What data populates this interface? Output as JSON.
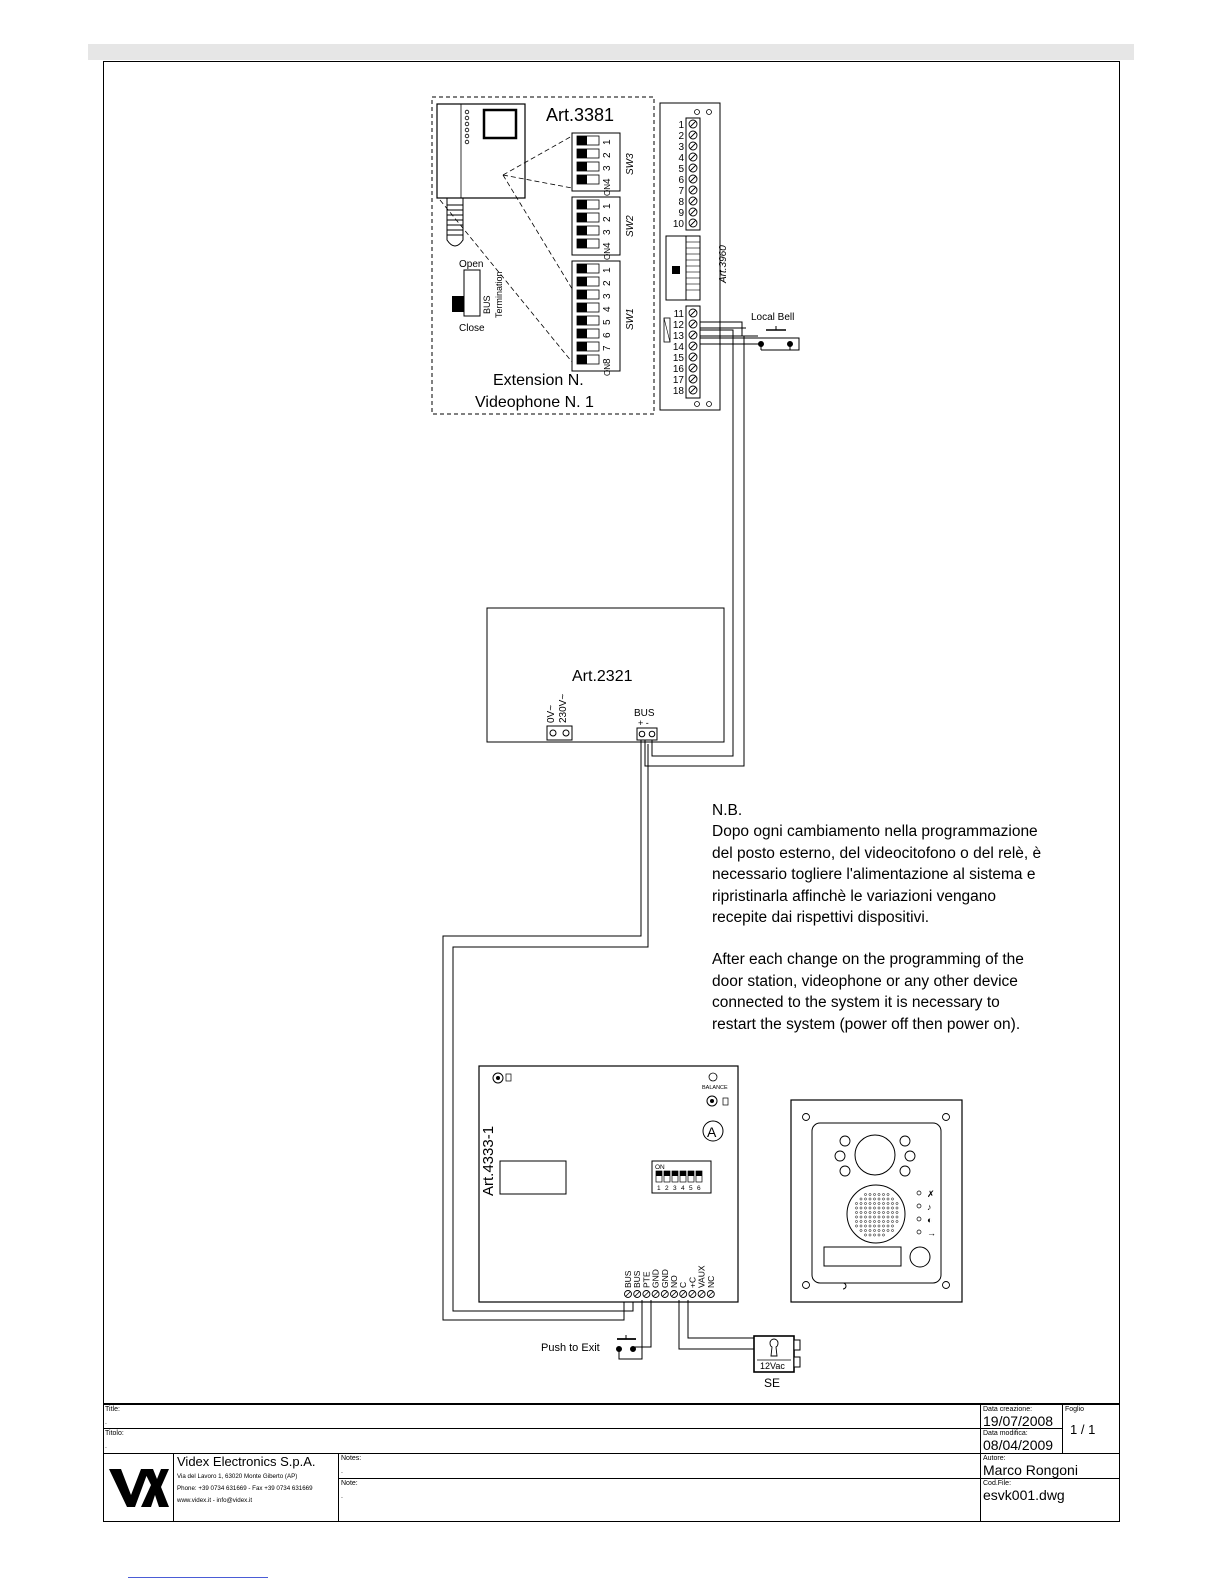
{
  "labels": {
    "art3381": "Art.3381",
    "art3960": "Art.3960",
    "art2321": "Art.2321",
    "art4333": "Art.4333-1",
    "sw1": "SW1",
    "sw2": "SW2",
    "sw3": "SW3",
    "on": "ON",
    "open": "Open",
    "close": "Close",
    "bus_termination": "Bus\nTermination",
    "extension": "Extension N.",
    "videophone": "Videophone N. 1",
    "local_bell": "Local Bell",
    "bus": "BUS",
    "plus_minus": "+ -",
    "ov": "0V~",
    "v230": "230V~",
    "balance": "BALANCE",
    "a_mark": "A",
    "push_to_exit": "Push to Exit",
    "v12": "12Vac",
    "se": "SE"
  },
  "terminals_top": [
    "1",
    "2",
    "3",
    "4",
    "5",
    "6",
    "7",
    "8",
    "9",
    "10"
  ],
  "terminals_bottom": [
    "11",
    "12",
    "13",
    "14",
    "15",
    "16",
    "17",
    "18"
  ],
  "sw3_nums": [
    "1",
    "2",
    "3",
    "4"
  ],
  "sw2_nums": [
    "1",
    "2",
    "3",
    "4"
  ],
  "sw1_nums": [
    "1",
    "2",
    "3",
    "4",
    "5",
    "6",
    "7",
    "8"
  ],
  "dip_nums": [
    "1",
    "2",
    "3",
    "4",
    "5",
    "6"
  ],
  "module_terminals": [
    "BUS",
    "BUS",
    "PTE",
    "GND",
    "GND",
    "NO",
    "C",
    "+C",
    "VAUX",
    "NC"
  ],
  "notes": {
    "nb": "N.B.",
    "it": "Dopo ogni cambiamento nella programmazione\ndel posto esterno, del videocitofono o del relè, è\nnecessario togliere l'alimentazione al sistema e\nripristinarla affinchè le variazioni vengano\nrecepite dai rispettivi dispositivi.",
    "en": "After each change on the programming of the\ndoor station, videophone or any other device\nconnected to the system it is necessary to\nrestart the system (power off then power on)."
  },
  "title_block": {
    "title_label": "Title:",
    "title_value": ".",
    "titolo_label": "Titolo:",
    "titolo_value": ".",
    "notes_label": "Notes:",
    "notes_value": ".",
    "note_label": "Note:",
    "note_value": ".",
    "data_creazione_label": "Data creazione:",
    "data_creazione": "19/07/2008",
    "data_modifica_label": "Data modifica:",
    "data_modifica": "08/04/2009",
    "foglio_label": "Foglio",
    "foglio": "1 / 1",
    "autore_label": "Autore:",
    "autore": "Marco Rongoni",
    "cod_file_label": "Cod.File:",
    "cod_file": "esvk001.dwg",
    "company": "Videx Electronics S.p.A.",
    "address": "Via del Lavoro 1, 63020 Monte Giberto (AP)",
    "phone": "Phone: +39 0734 631669 - Fax +39 0734 631669",
    "web": "www.videx.it - info@videx.it"
  }
}
